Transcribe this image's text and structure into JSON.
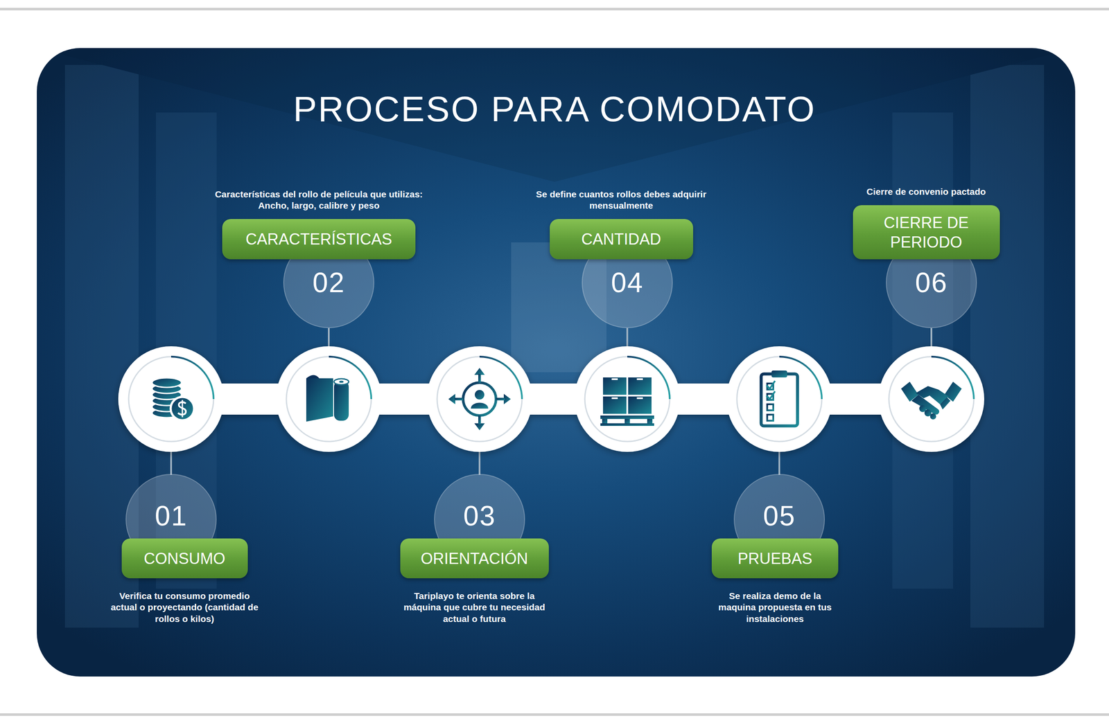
{
  "diagram": {
    "title": "PROCESO PARA COMODATO",
    "nodes": [
      {
        "text": [
          "01"
        ]
      },
      {
        "text": [
          "CONSUMO",
          "Verifica tu consumo promedio actual o proyectando (cantidad de rollos o kilos)"
        ]
      },
      {
        "text": [
          "02"
        ]
      },
      {
        "text": [
          "CARACTERÍSTICAS",
          "Características del rollo de película que utilizas: Ancho, largo, calibre y peso"
        ]
      },
      {
        "text": [
          "03"
        ]
      },
      {
        "text": [
          "ORIENTACIÓN",
          "Tariplayo te orienta sobre la máquina que cubre tu necesidad actual o futura"
        ]
      },
      {
        "text": [
          "04"
        ]
      },
      {
        "text": [
          "CANTIDAD",
          "Se define cuantos rollos debes adquirir mensualmente"
        ]
      },
      {
        "text": [
          "05"
        ]
      },
      {
        "text": [
          "PRUEBAS",
          "Se realiza demo de la maquina propuesta en tus instalaciones"
        ]
      },
      {
        "text": [
          "06"
        ]
      },
      {
        "text": [
          "CIERRE DE PERIODO",
          "Cierre de convenio pactado"
        ]
      }
    ]
  }
}
